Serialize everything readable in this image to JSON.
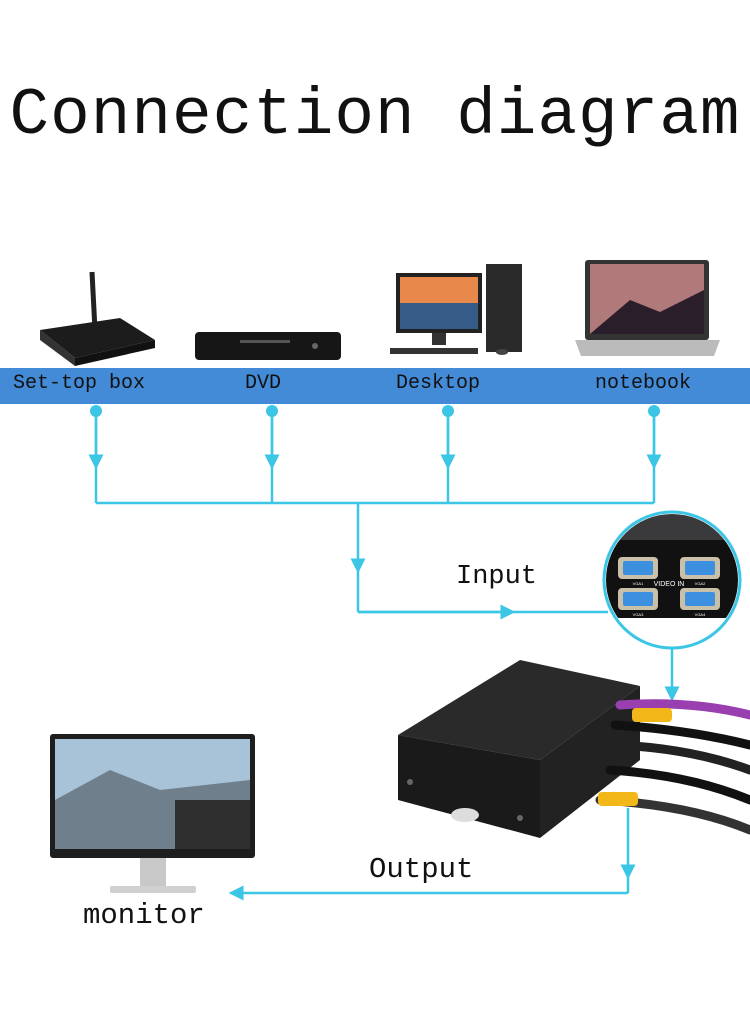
{
  "title": "Connection diagram",
  "sources": [
    {
      "label": "Set-top box",
      "icon": "set-top-box-icon"
    },
    {
      "label": "DVD",
      "icon": "dvd-player-icon"
    },
    {
      "label": "Desktop",
      "icon": "desktop-computer-icon"
    },
    {
      "label": "notebook",
      "icon": "laptop-icon"
    }
  ],
  "input_label": "Input",
  "port_panel_text": "VIDEO IN",
  "port_labels": [
    "VGA1",
    "VGA2",
    "VGA3",
    "VGA4"
  ],
  "output_label": "Output",
  "monitor_label": "monitor",
  "colors": {
    "band": "#438bd6",
    "connector_line": "#3cc6e6",
    "text": "#111111"
  }
}
